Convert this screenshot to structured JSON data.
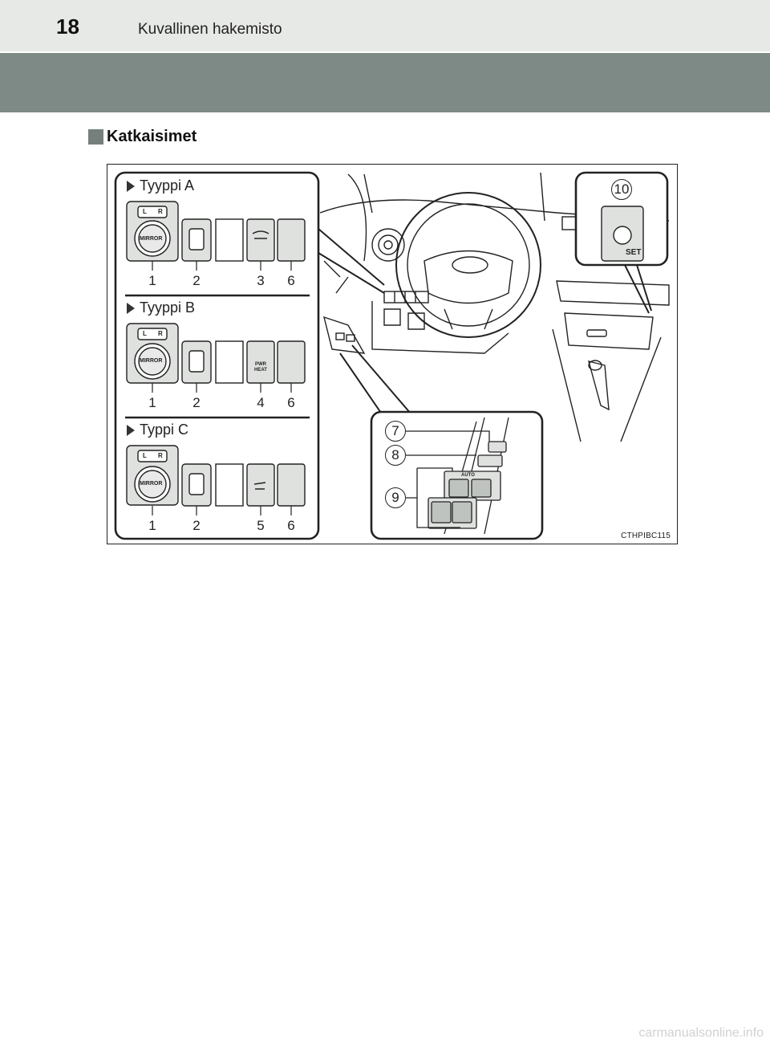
{
  "header": {
    "page_number": "18",
    "title": "Kuvallinen hakemisto"
  },
  "section": {
    "title": "Katkaisimet"
  },
  "figure": {
    "code": "CTHPIBC115",
    "types": [
      {
        "label": "Tyyppi A",
        "callouts": [
          "1",
          "2",
          "3",
          "6"
        ]
      },
      {
        "label": "Tyyppi B",
        "callouts": [
          "1",
          "2",
          "4",
          "6"
        ]
      },
      {
        "label": "Typpi C",
        "callouts": [
          "1",
          "2",
          "5",
          "6"
        ]
      }
    ],
    "inset_callouts": [
      "7",
      "8",
      "9"
    ],
    "top_right_callout": "10",
    "panel_text": {
      "mirror": "MIRROR",
      "left": "L",
      "right": "R",
      "set": "SET",
      "pwr_heat_1": "PWR",
      "pwr_heat_2": "HEAT",
      "auto": "AUTO"
    }
  },
  "footer": {
    "brand": "carmanualsonline.info"
  },
  "icons": [
    "square-bullet-icon",
    "triangle-bullet-icon"
  ]
}
